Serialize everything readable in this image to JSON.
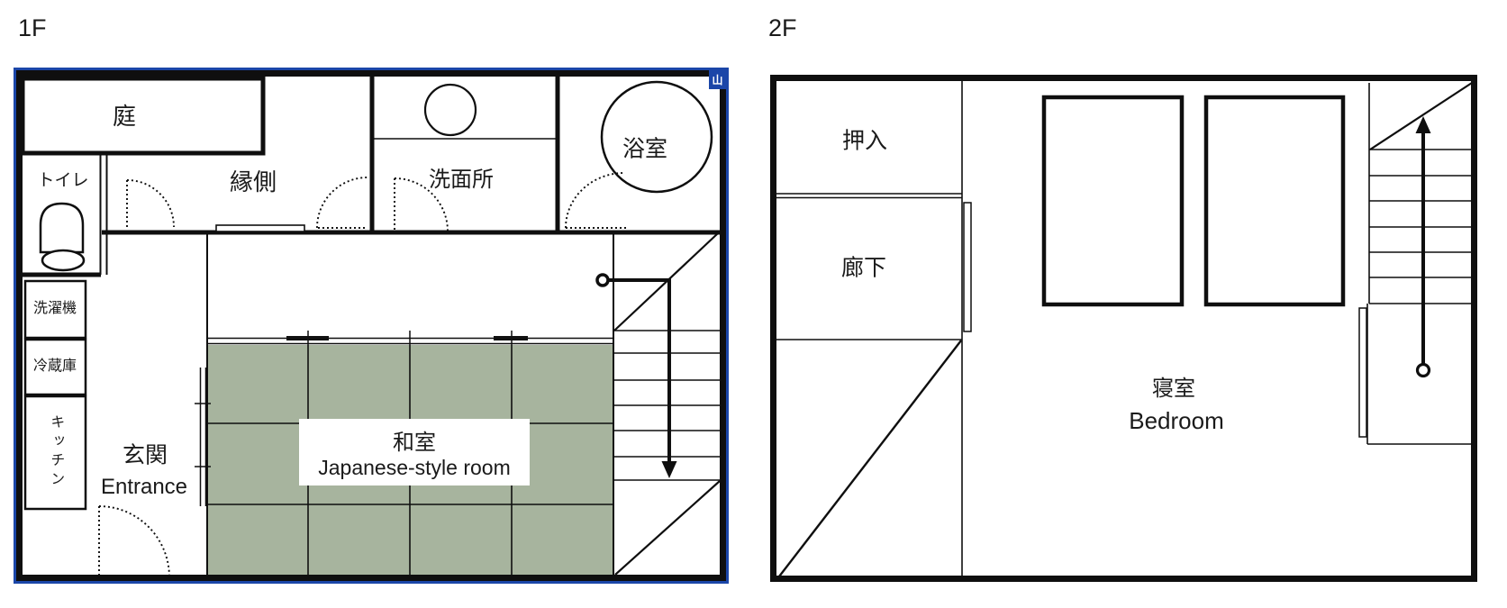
{
  "colors": {
    "tatami": "#a7b49e",
    "selection": "#1b46a8",
    "line": "#0f0f0f",
    "label": "#1a1a1a"
  },
  "floors": {
    "f1": {
      "label": "1F",
      "badge_user": "山",
      "rooms": {
        "garden": "庭",
        "toilet": "トイレ",
        "engawa": "縁側",
        "washroom": "洗面所",
        "bathroom": "浴室",
        "washing_machine": "洗濯機",
        "refrigerator": "冷蔵庫",
        "kitchen": "キッチン",
        "entrance_jp": "玄関",
        "entrance_en": "Entrance",
        "washitsu_jp": "和室",
        "washitsu_en": "Japanese-style room"
      }
    },
    "f2": {
      "label": "2F",
      "rooms": {
        "oshiire": "押入",
        "hallway": "廊下",
        "bedroom_jp": "寝室",
        "bedroom_en": "Bedroom"
      }
    }
  }
}
